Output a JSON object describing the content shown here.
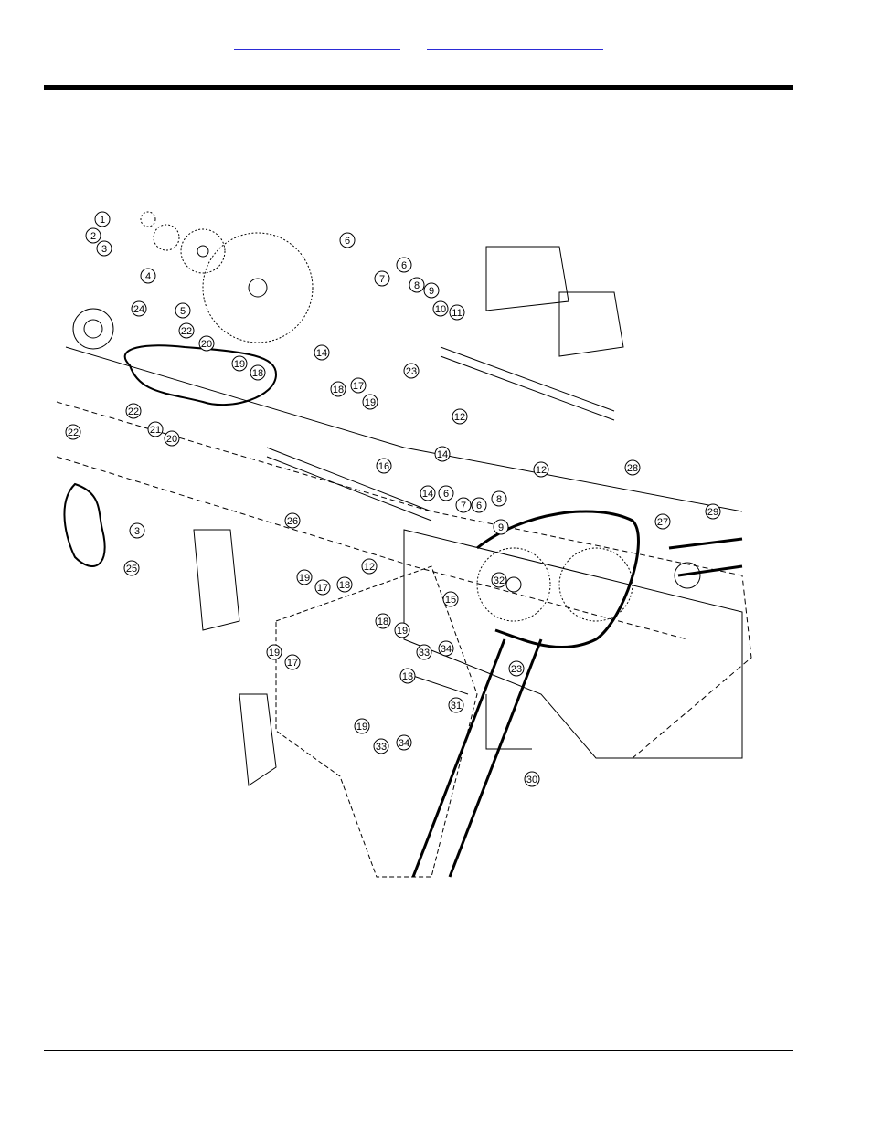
{
  "header": {
    "links": [
      {
        "text": ""
      },
      {
        "text": ""
      }
    ]
  },
  "diagram": {
    "callouts": [
      "1",
      "2",
      "3",
      "4",
      "5",
      "6",
      "7",
      "6",
      "8",
      "9",
      "10",
      "11",
      "24",
      "22",
      "20",
      "19",
      "18",
      "14",
      "18",
      "17",
      "19",
      "23",
      "22",
      "21",
      "22",
      "20",
      "12",
      "12",
      "14",
      "16",
      "14",
      "6",
      "7",
      "6",
      "8",
      "9",
      "3",
      "25",
      "26",
      "19",
      "17",
      "18",
      "12",
      "32",
      "15",
      "28",
      "27",
      "29",
      "18",
      "19",
      "33",
      "34",
      "23",
      "13",
      "31",
      "19",
      "17",
      "19",
      "33",
      "34",
      "30"
    ]
  }
}
